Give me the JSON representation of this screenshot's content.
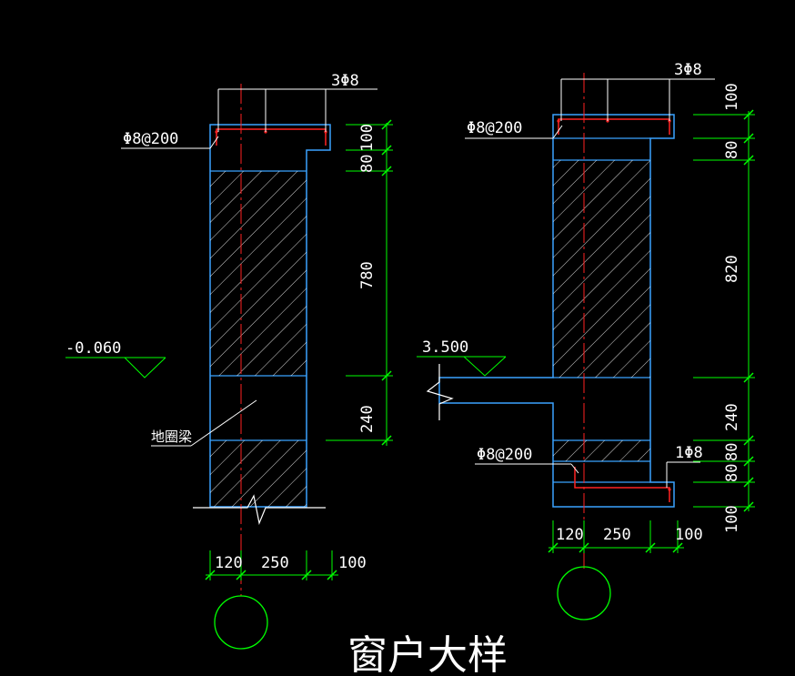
{
  "title": "窗户大样",
  "colors": {
    "background": "#000000",
    "outline": "#3aa3ff",
    "dimension": "#00ff00",
    "leader": "#ffffff",
    "rebar": "#ff2222",
    "hatch": "#ffffff",
    "axis_circle": "#00ff00"
  },
  "left_detail": {
    "top_rebar": "3Φ8",
    "stirrup": "Φ8@200",
    "level": "-0.060",
    "ground_beam": "地圈梁",
    "vertical_dims": [
      "100",
      "80",
      "780",
      "240"
    ],
    "horizontal_dims": [
      "120",
      "250",
      "100"
    ]
  },
  "right_detail": {
    "top_rebar": "3Φ8",
    "stirrup_top": "Φ8@200",
    "level": "3.500",
    "stirrup_bottom": "Φ8@200",
    "bottom_rebar": "1Φ8",
    "vertical_dims": [
      "100",
      "80",
      "820",
      "240",
      "80",
      "80",
      "100"
    ],
    "horizontal_dims": [
      "120",
      "250",
      "100"
    ]
  }
}
